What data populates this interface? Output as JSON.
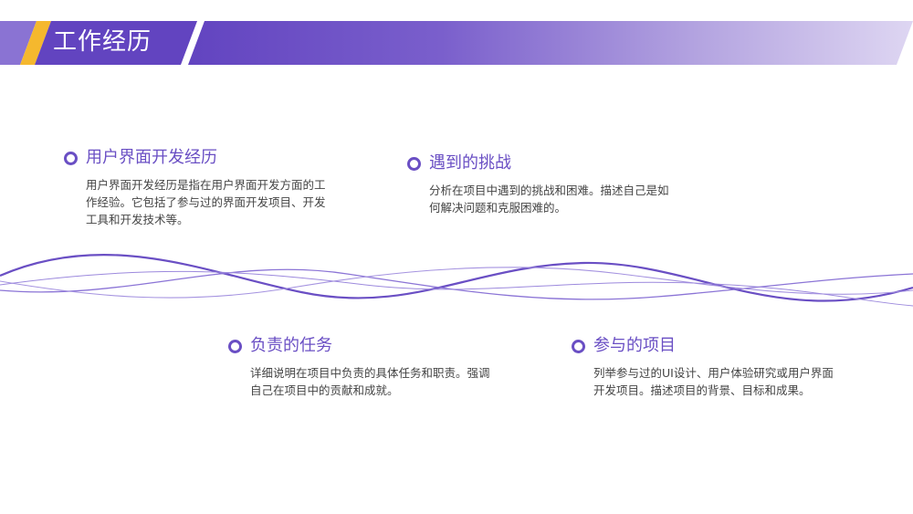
{
  "title": "工作经历",
  "colors": {
    "accent": "#6a4fc4",
    "stripe": "#f5b82e",
    "text": "#444444"
  },
  "items": [
    {
      "heading": "用户界面开发经历",
      "body": "用户界面开发经历是指在用户界面开发方面的工作经验。它包括了参与过的界面开发项目、开发工具和开发技术等。"
    },
    {
      "heading": "遇到的挑战",
      "body": "分析在项目中遇到的挑战和困难。描述自己是如何解决问题和克服困难的。"
    },
    {
      "heading": "负责的任务",
      "body": "详细说明在项目中负责的具体任务和职责。强调自己在项目中的贡献和成就。"
    },
    {
      "heading": "参与的项目",
      "body": "列举参与过的UI设计、用户体验研究或用户界面开发项目。描述项目的背景、目标和成果。"
    }
  ]
}
